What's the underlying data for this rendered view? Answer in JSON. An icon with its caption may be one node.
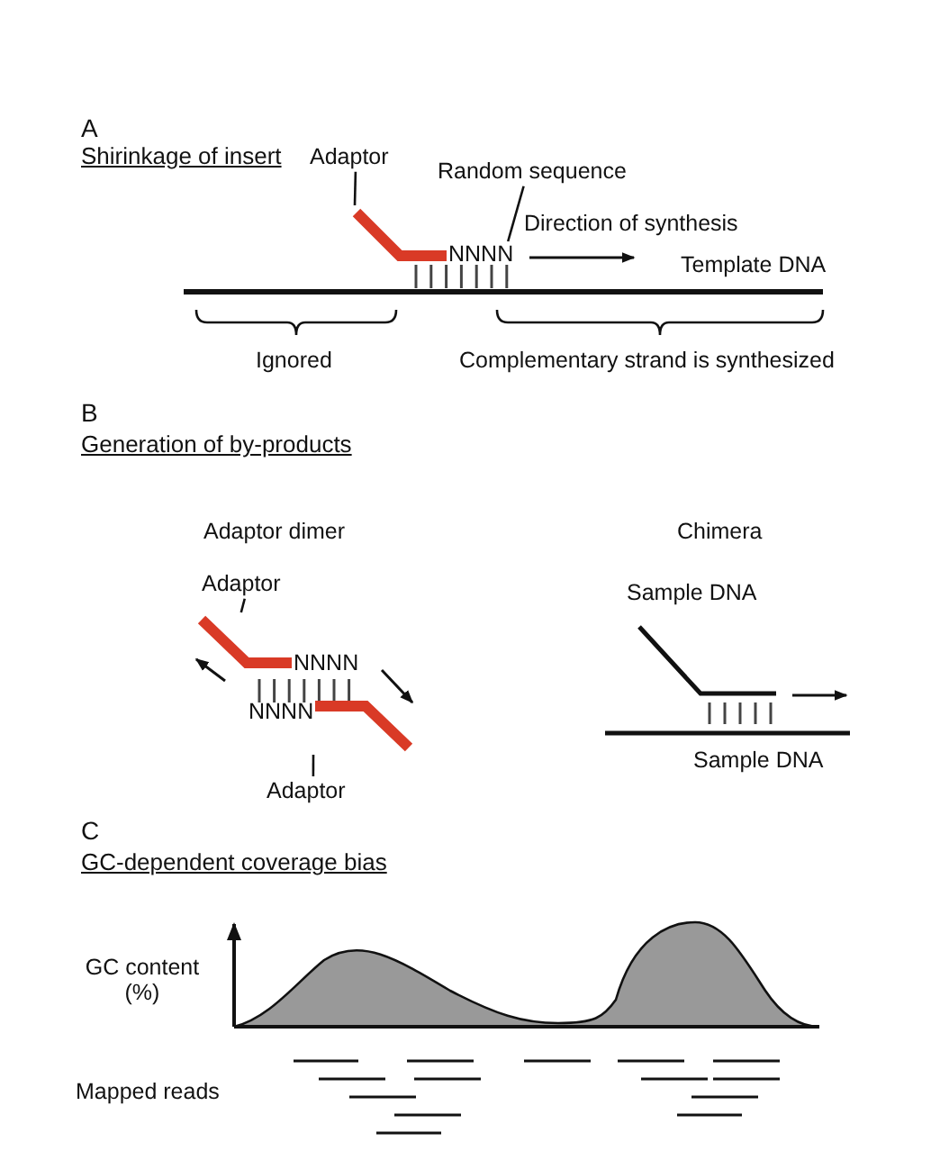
{
  "diagram": {
    "nodes": [
      {
        "text": [
          "Adaptor"
        ]
      },
      {
        "text": [],
        "shape": "bar"
      },
      {
        "text": [
          "Random sequence"
        ]
      },
      {
        "text": [
          "NNNN"
        ]
      },
      {
        "text": [
          "Adaptor"
        ]
      },
      {
        "text": [],
        "shape": "bar"
      },
      {
        "text": [
          "Adaptor"
        ]
      },
      {
        "text": [],
        "shape": "bar"
      }
    ],
    "edges": [
      {
        "from": 0,
        "to": 1,
        "arrow": "none"
      },
      {
        "from": 2,
        "to": 3,
        "arrow": "none"
      },
      {
        "from": 4,
        "to": 5,
        "arrow": "none"
      },
      {
        "from": 6,
        "to": 7,
        "arrow": "none"
      }
    ],
    "labels": [
      "A",
      "Shirinkage of insert",
      "Direction of synthesis",
      "Template DNA",
      "Ignored",
      "Complementary strand is synthesized",
      "B",
      "Generation of by-products",
      "Adaptor dimer",
      "Chimera",
      "NNNN",
      "NNNN",
      "Sample DNA",
      "Sample DNA",
      "C",
      "GC-dependent coverage bias",
      "GC content (%)",
      "Mapped reads"
    ]
  }
}
